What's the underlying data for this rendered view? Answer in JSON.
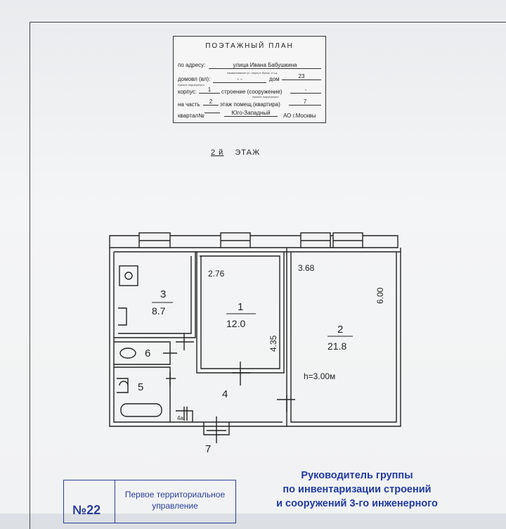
{
  "header": {
    "title": "ПОЭТАЖНЫЙ ПЛАН",
    "address_label": "по адресу:",
    "address_value": "улица Ивана Бабушкина",
    "address_hint": "наименование ул. переул. бульв. и т.д.",
    "domovl_label": "домовл (вл):",
    "domovl_value": "- -",
    "dom_label": "дом",
    "dom_value": "23",
    "domovl_hint": "нужное подчеркнуть",
    "korpus_label": "корпус:",
    "korpus_value": "1",
    "stroenie_label": "строение (сооружение)",
    "stroenie_value": "-",
    "stroenie_hint": "нужное подчеркнуть",
    "chast_label": "на часть",
    "chast_value": "2",
    "etazh_label": "этаж помещ.(квартира)",
    "etazh_value": "7",
    "kvartal_label": "квартал№",
    "kvartal_value": "Юго-Западный",
    "ao_value": "АО г.Москвы"
  },
  "floor": {
    "number": "2 й",
    "label": "ЭТАЖ"
  },
  "plan": {
    "rooms": [
      {
        "id": "3",
        "area": "8.7"
      },
      {
        "id": "1",
        "area": "12.0"
      },
      {
        "id": "2",
        "area": "21.8"
      },
      {
        "id": "6"
      },
      {
        "id": "5"
      },
      {
        "id": "4"
      },
      {
        "id": "4а"
      },
      {
        "id": "7"
      }
    ],
    "dims": {
      "d1": "2.76",
      "d2": "3.68",
      "d3": "6.00",
      "d4": "4.35"
    },
    "height": "h=3.00м"
  },
  "stamp": {
    "number": "№22",
    "line1": "Первое территориальное",
    "line2": "управление"
  },
  "signature": {
    "line1": "Руководитель группы",
    "line2": "по инвентаризации строений",
    "line3": "и сооружений 3-го инженерного"
  },
  "colors": {
    "stamp_blue": "#2a3f9a",
    "ink": "#222222"
  }
}
